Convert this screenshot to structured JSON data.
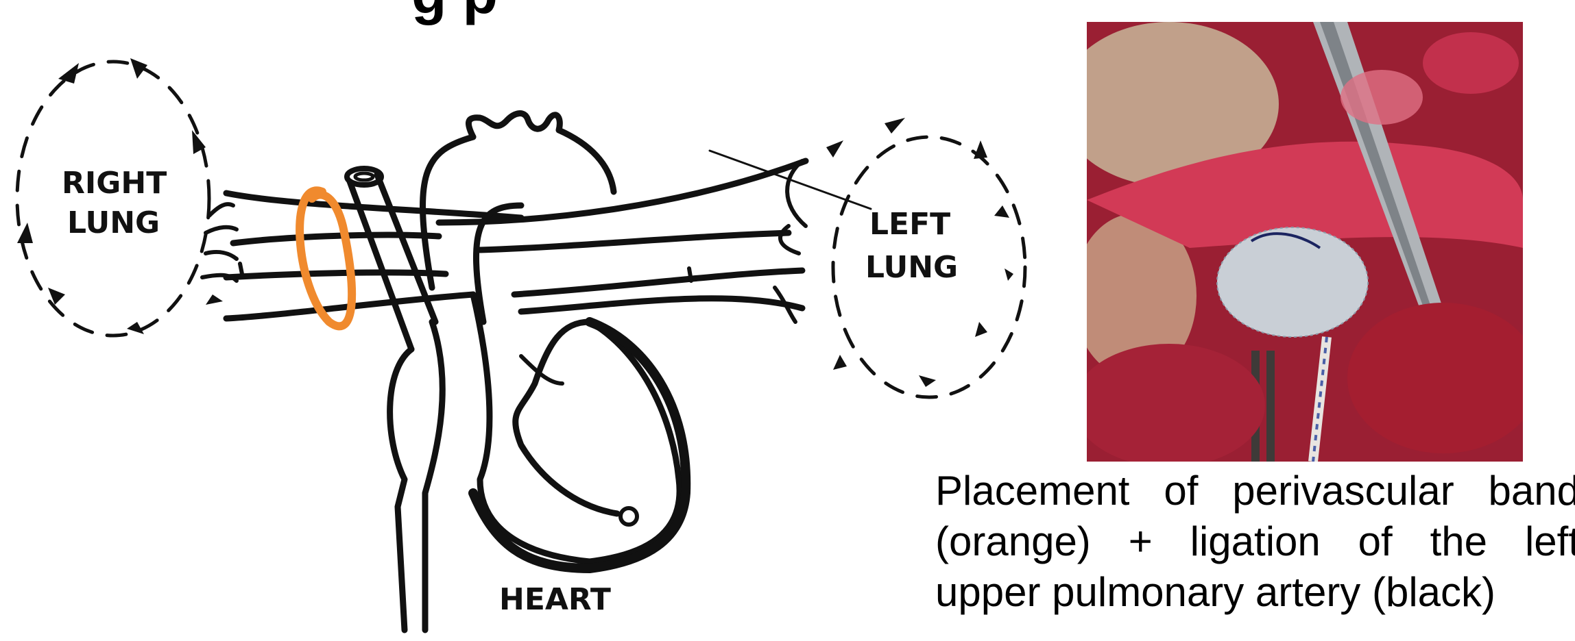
{
  "title_fragment": "g                              p",
  "labels": {
    "right_lung_line1": "RIGHT",
    "right_lung_line2": "LUNG",
    "left_lung_line1": "LEFT",
    "left_lung_line2": "LUNG",
    "heart": "HEART"
  },
  "caption": {
    "line1": "Placement of perivascular band",
    "line2": "(orange) + ligation of the left",
    "line3": "upper pulmonary artery (black)"
  },
  "colors": {
    "band": "#F08A2E",
    "line": "#111111",
    "tissue": "#B8243A"
  }
}
